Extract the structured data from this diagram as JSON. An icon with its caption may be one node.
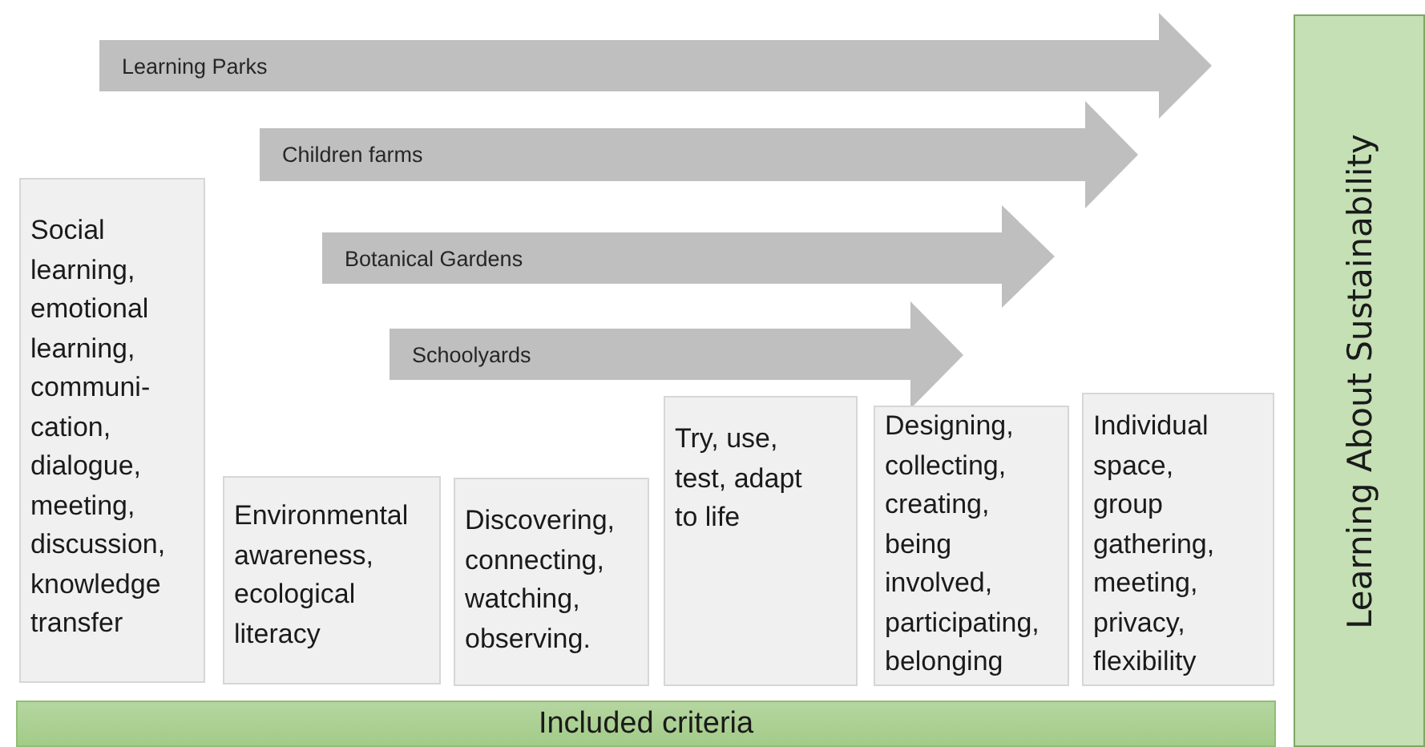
{
  "diagram": {
    "nodes": [
      {
        "text": [
          "Learning Parks"
        ]
      },
      {
        "text": [
          "Children farms"
        ]
      },
      {
        "text": [
          "Botanical Gardens"
        ]
      },
      {
        "text": [
          "Schoolyards"
        ]
      },
      {
        "text": [
          "Social learning, emotional learning, communi- cation, dialogue, meeting, discussion, knowledge transfer"
        ]
      },
      {
        "text": [
          "Environmental awareness, ecological literacy"
        ]
      },
      {
        "text": [
          "Discovering, connecting, watching, observing."
        ]
      },
      {
        "text": [
          "Try, use, test, adapt to life"
        ]
      },
      {
        "text": [
          "Designing, collecting, creating, being involved, participating, belonging"
        ]
      },
      {
        "text": [
          "Individual space, group gathering, meeting, privacy, flexibility"
        ]
      },
      {
        "text": [
          "Included criteria"
        ]
      },
      {
        "text": [
          "Learning About Sustainability"
        ]
      }
    ]
  }
}
